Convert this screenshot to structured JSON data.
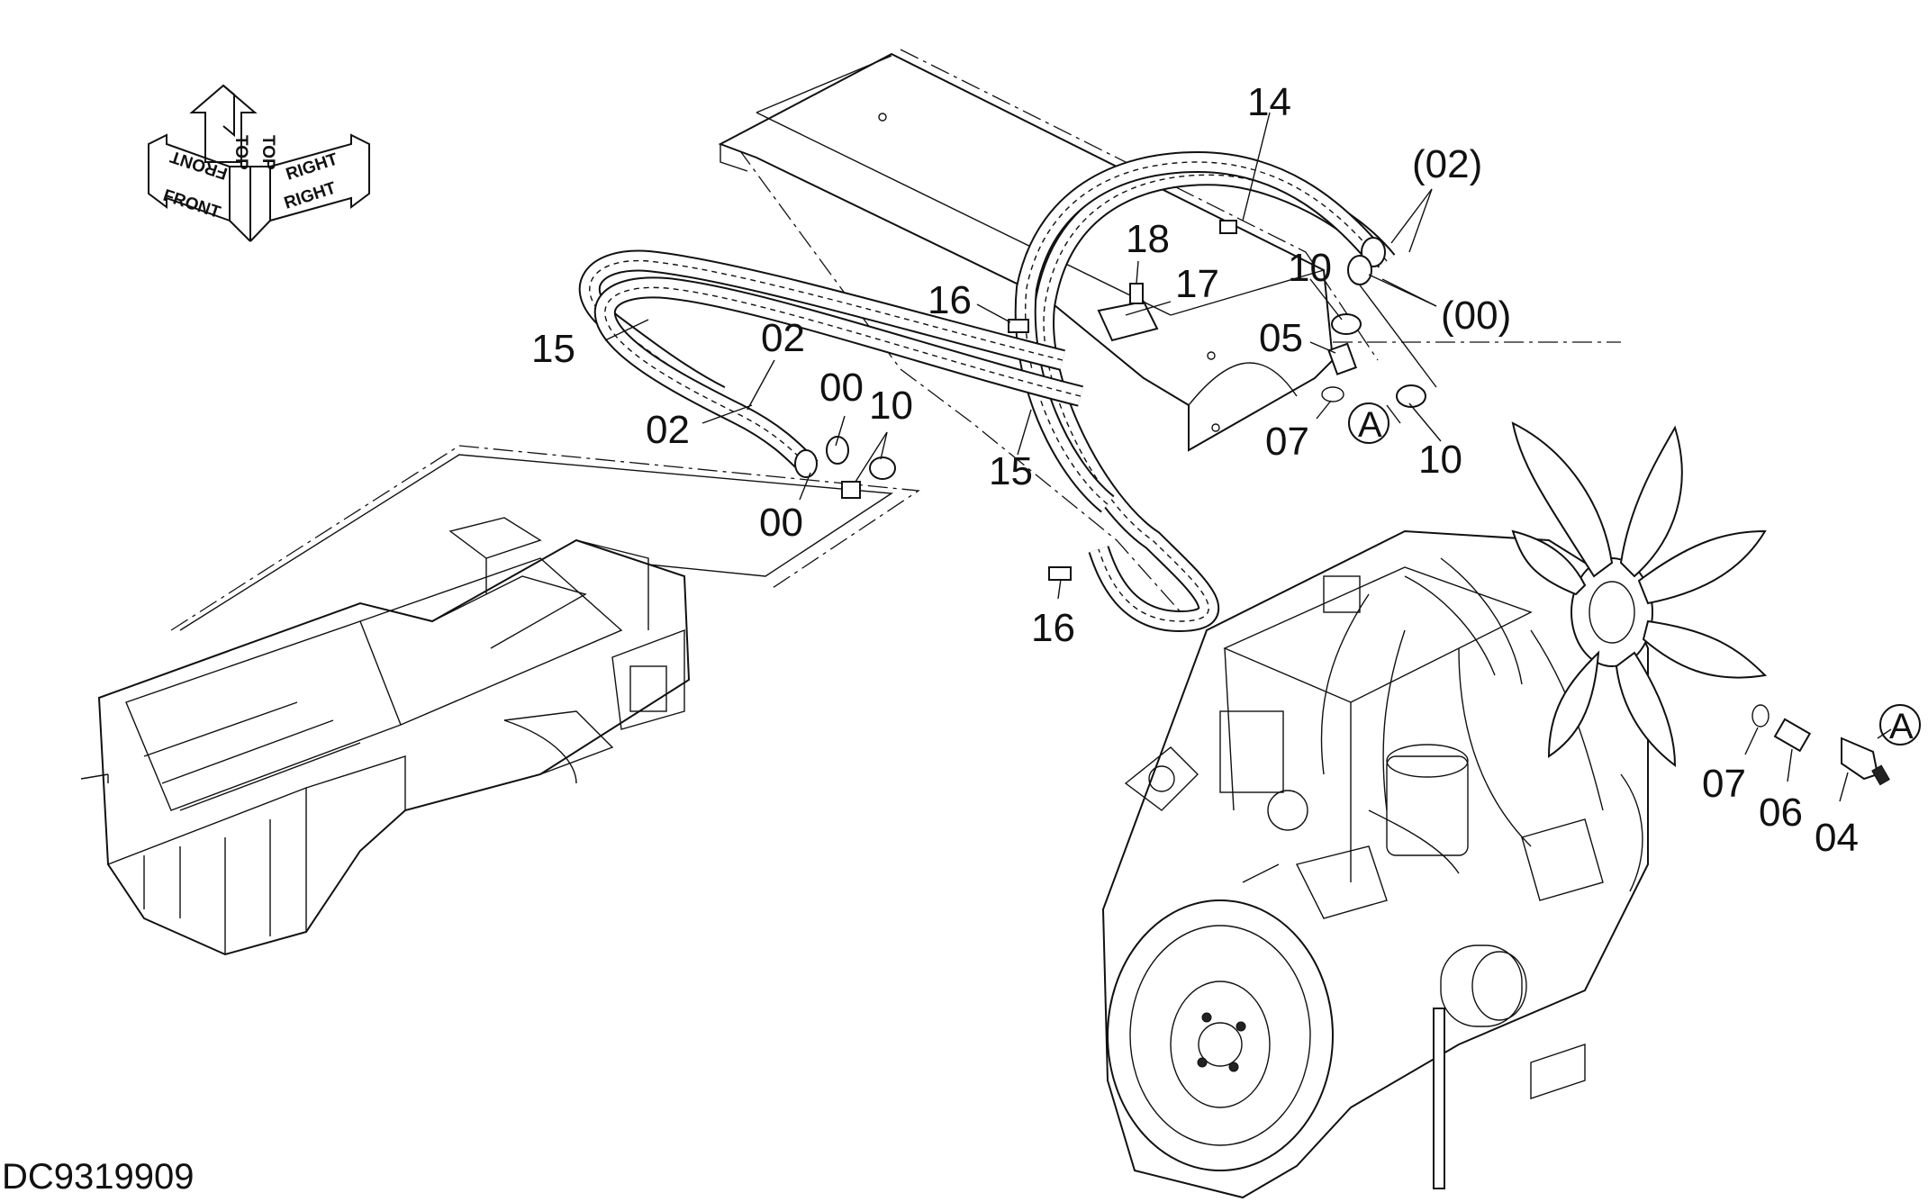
{
  "document_id": "DC9319909",
  "orientation_labels": {
    "front": "FRONT",
    "top": "TOP",
    "right": "RIGHT"
  },
  "callouts": {
    "c14": "14",
    "c02_paren": "(02)",
    "c00_paren": "(00)",
    "c18": "18",
    "c10_top": "10",
    "c17": "17",
    "c16_top": "16",
    "c05": "05",
    "c15_left": "15",
    "c02_upper": "02",
    "c00_upper": "00",
    "c10_left": "10",
    "c02_lower": "02",
    "c00_lower": "00",
    "c15_mid": "15",
    "c07_top": "07",
    "c10_right": "10",
    "c16_bottom": "16",
    "c07_right": "07",
    "c06": "06",
    "c04": "04"
  },
  "reference_markers": {
    "a_upper": "A",
    "a_lower": "A"
  },
  "icons": [
    "orientation-arrows-icon",
    "heater-unit-icon",
    "engine-icon",
    "fan-icon"
  ]
}
